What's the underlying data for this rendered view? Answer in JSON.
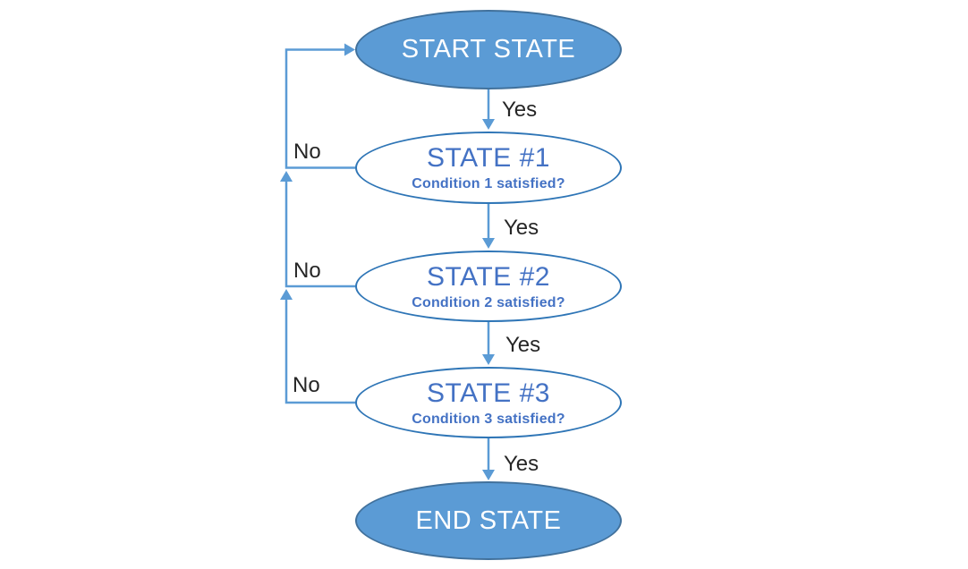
{
  "diagram": {
    "type": "flowchart",
    "nodes": [
      {
        "id": "start-state",
        "label": "START STATE",
        "style": "filled"
      },
      {
        "id": "state-1",
        "label": "STATE #1",
        "sublabel": "Condition 1 satisfied?",
        "style": "outlined"
      },
      {
        "id": "state-2",
        "label": "STATE #2",
        "sublabel": "Condition 2 satisfied?",
        "style": "outlined"
      },
      {
        "id": "state-3",
        "label": "STATE #3",
        "sublabel": "Condition 3 satisfied?",
        "style": "outlined"
      },
      {
        "id": "end-state",
        "label": "END STATE",
        "style": "filled"
      }
    ],
    "edges": [
      {
        "from": "start-state",
        "to": "state-1",
        "label": "Yes",
        "direction": "down"
      },
      {
        "from": "state-1",
        "to": "state-2",
        "label": "Yes",
        "direction": "down"
      },
      {
        "from": "state-2",
        "to": "state-3",
        "label": "Yes",
        "direction": "down"
      },
      {
        "from": "state-3",
        "to": "end-state",
        "label": "Yes",
        "direction": "down"
      },
      {
        "from": "state-1",
        "to": "start-state",
        "label": "No",
        "direction": "left-up"
      },
      {
        "from": "state-2",
        "to": "state-1",
        "label": "No",
        "direction": "left-up"
      },
      {
        "from": "state-3",
        "to": "state-2",
        "label": "No",
        "direction": "left-up"
      }
    ],
    "colors": {
      "node_fill": "#5B9BD5",
      "node_border_filled": "#41719C",
      "node_border_outlined": "#2E75B6",
      "node_text_filled": "#FFFFFF",
      "node_text_outlined": "#4472C4",
      "connector": "#5B9BD5",
      "edge_label_text": "#262626",
      "background": "#FFFFFF"
    }
  }
}
